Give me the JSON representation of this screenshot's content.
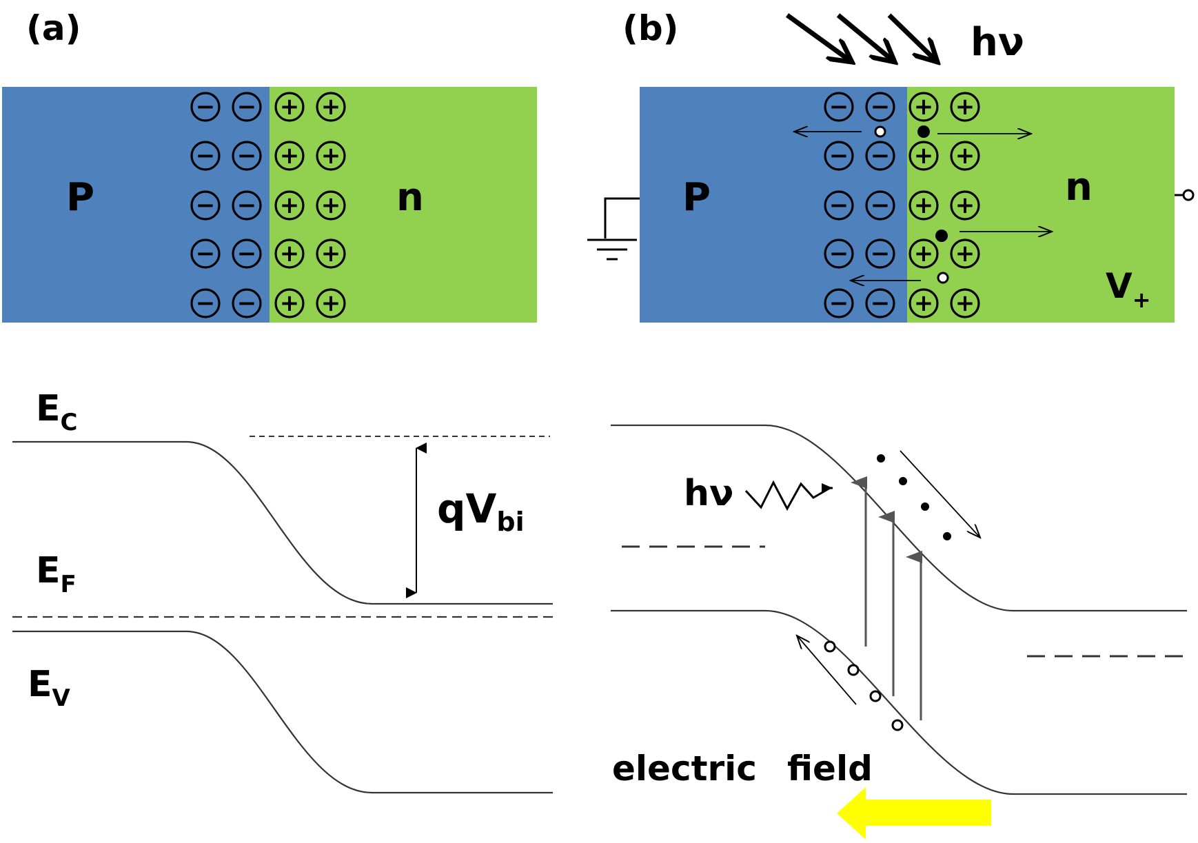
{
  "panel_a": {
    "label": "(a)",
    "p_label": "P",
    "n_label": "n",
    "band": {
      "ec": "E",
      "ec_sub": "C",
      "ef": "E",
      "ef_sub": "F",
      "ev": "E",
      "ev_sub": "V",
      "qv": "qV",
      "qv_sub": "bi"
    }
  },
  "panel_b": {
    "label": "(b)",
    "p_label": "P",
    "n_label": "n",
    "photon_label": "hν",
    "voltage": "V",
    "voltage_sub": "+",
    "band": {
      "photon_label": "hν",
      "field_word1": "electric",
      "field_word2": "field"
    }
  },
  "symbols": {
    "minus": "−",
    "plus": "+"
  },
  "colors": {
    "p_region": "#4f81bd",
    "n_region": "#92d050",
    "field_arrow": "#ffff00"
  }
}
